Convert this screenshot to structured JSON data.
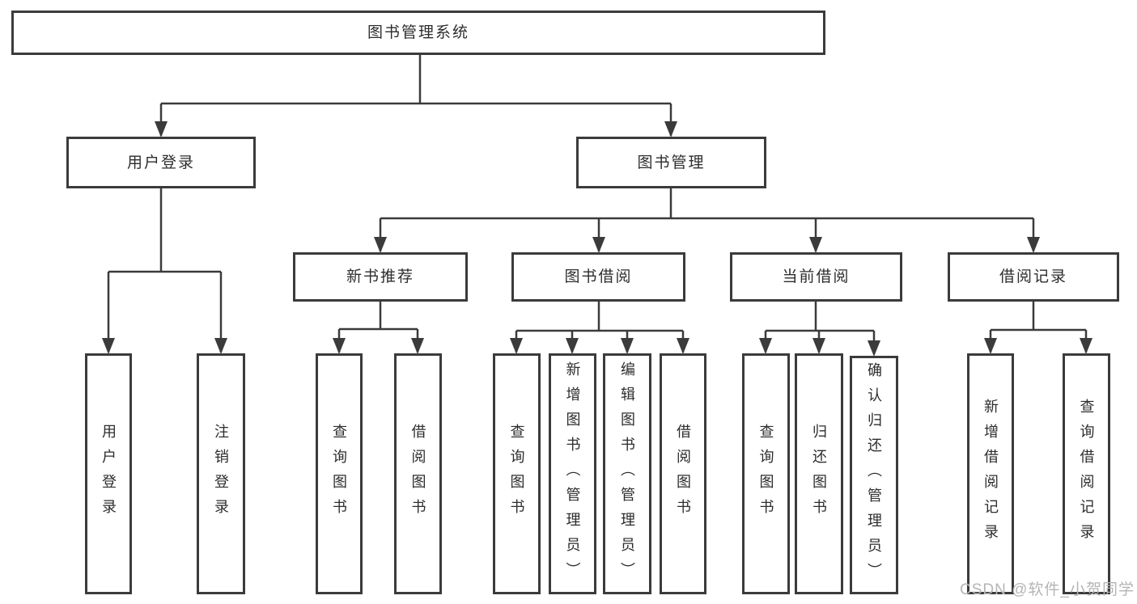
{
  "diagram": {
    "root": {
      "label": "图书管理系统"
    },
    "level2": [
      {
        "label": "用户登录",
        "leaves": [
          {
            "label": "用户登录"
          },
          {
            "label": "注销登录"
          }
        ]
      },
      {
        "label": "图书管理"
      }
    ],
    "level3": [
      {
        "label": "新书推荐",
        "leaves": [
          {
            "label": "查询图书"
          },
          {
            "label": "借阅图书"
          }
        ]
      },
      {
        "label": "图书借阅",
        "leaves": [
          {
            "label": "查询图书"
          },
          {
            "label": "新增图书（管理员）"
          },
          {
            "label": "编辑图书（管理员）"
          },
          {
            "label": "借阅图书"
          }
        ]
      },
      {
        "label": "当前借阅",
        "leaves": [
          {
            "label": "查询图书"
          },
          {
            "label": "归还图书"
          },
          {
            "label": "确认归还（管理员）"
          }
        ]
      },
      {
        "label": "借阅记录",
        "leaves": [
          {
            "label": "新增借阅记录"
          },
          {
            "label": "查询借阅记录"
          }
        ]
      }
    ]
  },
  "watermark": {
    "text": "CSDN @软件_小贺同学"
  },
  "colors": {
    "line": "#3b3b3b",
    "text": "#2d2d2d",
    "watermark": "#b5b5b5",
    "background": "#ffffff"
  }
}
